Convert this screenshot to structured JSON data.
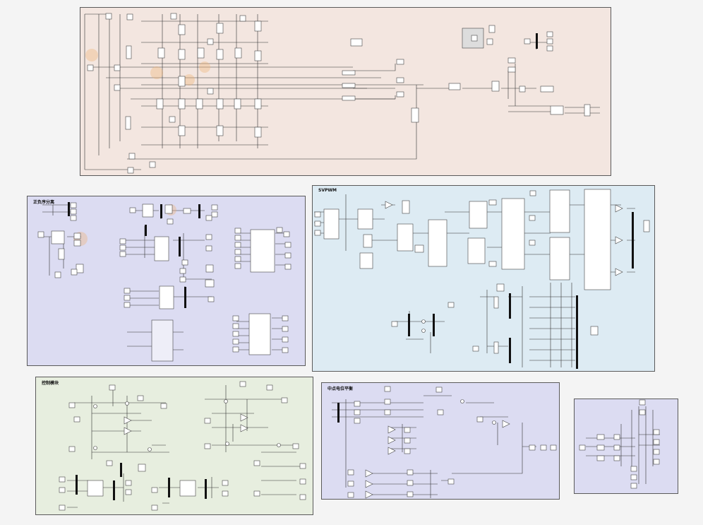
{
  "areas": {
    "top": {
      "label": ""
    },
    "mid_left": {
      "label": "正负序分离"
    },
    "mid_right": {
      "label": "SVPWM"
    },
    "bottom_left": {
      "label": "控制模块"
    },
    "bottom_mid": {
      "label": "中点电位平衡"
    },
    "bottom_right": {
      "label": ""
    }
  },
  "colors": {
    "top_area": "#f3e6e0",
    "mid_left_area": "#dcdcf2",
    "mid_right_area": "#ddebf3",
    "bottom_left_area": "#e7eedf",
    "bottom_mid_area": "#dcdcf2",
    "bottom_right_area": "#dcdcf2",
    "highlight": "#f0b070",
    "canvas": "#f4f4f4"
  },
  "icons": {
    "block": "simulink-block-icon",
    "port": "port-pentagon-icon",
    "gain": "gain-triangle-icon",
    "sum": "sum-circle-icon",
    "mux": "mux-bar-icon",
    "function": "matlab-function-icon"
  }
}
